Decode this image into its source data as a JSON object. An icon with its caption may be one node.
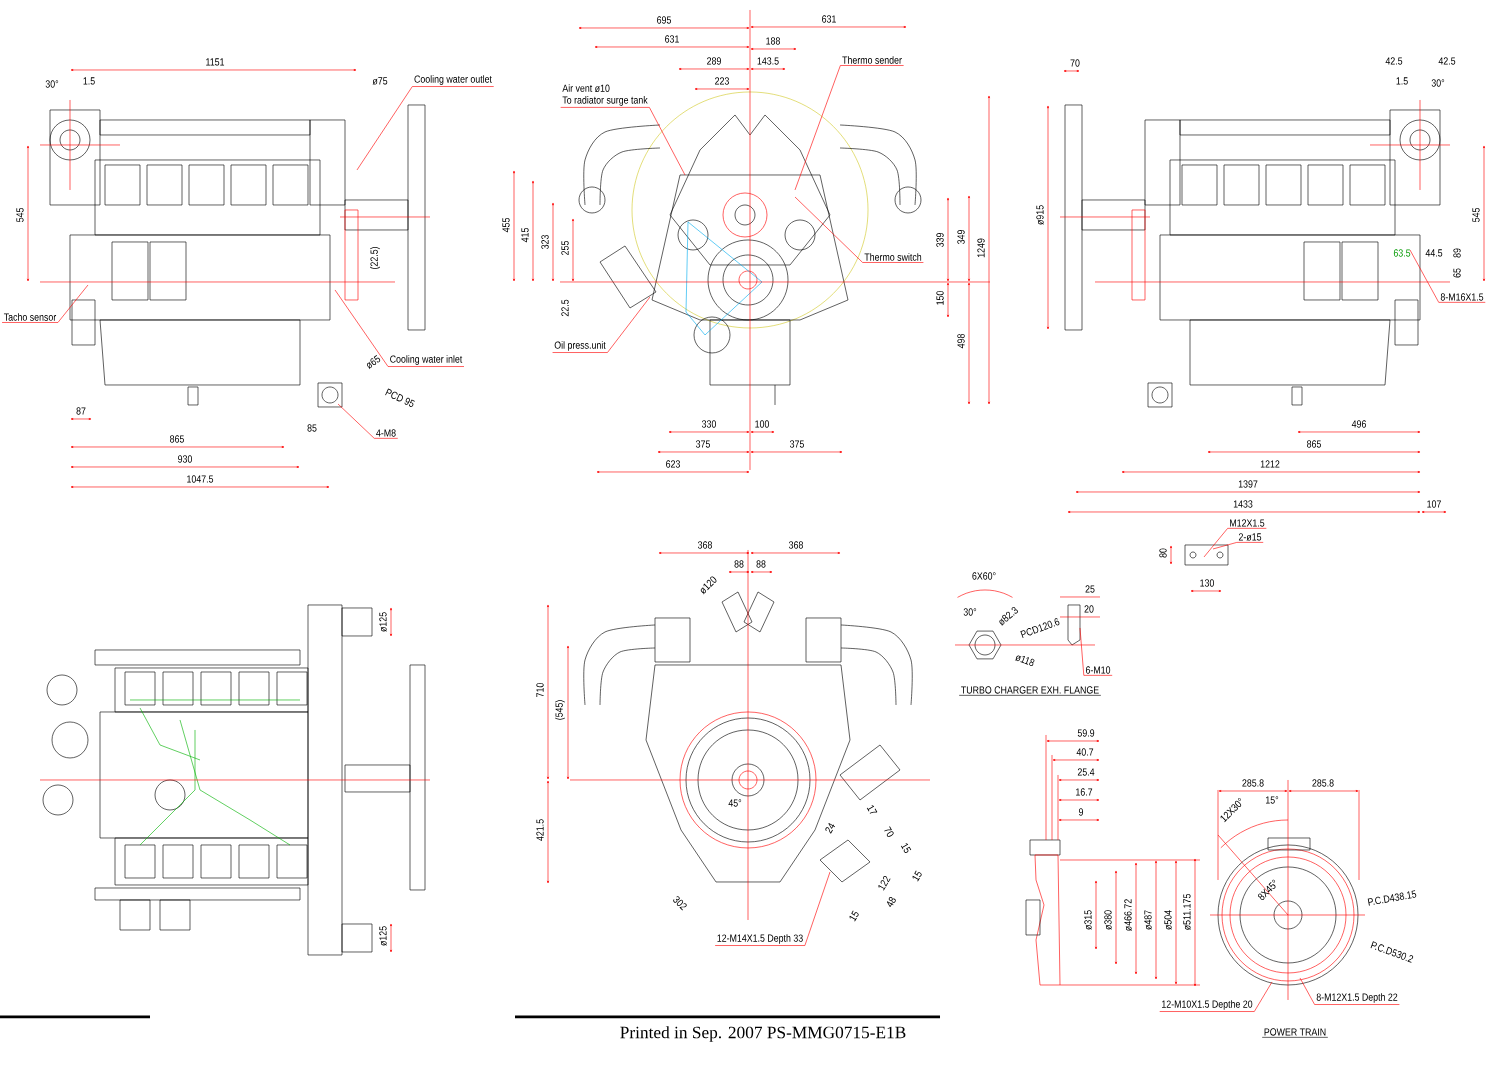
{
  "diagram": {
    "nodes": [
      {
        "text": [
          "Cooling water outlet"
        ]
      },
      {
        "text": [
          "Tacho sensor"
        ]
      },
      {
        "text": [
          "Cooling water inlet"
        ]
      },
      {
        "text": [
          "4-M8"
        ]
      },
      {
        "text": [
          "Air vent ø10",
          "To radiator surge tank"
        ]
      },
      {
        "text": [
          "Thermo sender"
        ]
      },
      {
        "text": [
          "Thermo switch"
        ]
      },
      {
        "text": [
          "Oil press.unit"
        ]
      },
      {
        "text": [
          "8-M16X1.5"
        ]
      },
      {
        "text": [
          "M12X1.5"
        ]
      },
      {
        "text": [
          "2-ø15"
        ]
      },
      {
        "text": [
          "6-M10"
        ]
      },
      {
        "text": [
          "12-M14X1.5 Depth 33"
        ]
      },
      {
        "text": [
          "12-M10X1.5 Depthe 20"
        ]
      },
      {
        "text": [
          "8-M12X1.5 Depth 22"
        ]
      }
    ],
    "edges": [
      {
        "from": 0,
        "to": null,
        "arrow": "none"
      },
      {
        "from": 1,
        "to": null,
        "arrow": "none"
      },
      {
        "from": 2,
        "to": null,
        "arrow": "none"
      },
      {
        "from": 3,
        "to": null,
        "arrow": "none"
      },
      {
        "from": 4,
        "to": null,
        "arrow": "none"
      },
      {
        "from": 5,
        "to": null,
        "arrow": "none"
      },
      {
        "from": 6,
        "to": null,
        "arrow": "none"
      },
      {
        "from": 7,
        "to": null,
        "arrow": "none"
      },
      {
        "from": 8,
        "to": null,
        "arrow": "none"
      },
      {
        "from": 9,
        "to": null,
        "arrow": "none"
      },
      {
        "from": 10,
        "to": null,
        "arrow": "none"
      },
      {
        "from": 11,
        "to": null,
        "arrow": "none"
      },
      {
        "from": 12,
        "to": null,
        "arrow": "none"
      },
      {
        "from": 13,
        "to": null,
        "arrow": "none"
      },
      {
        "from": 14,
        "to": null,
        "arrow": "none"
      }
    ],
    "labels": [
      "1151",
      "30°",
      "1.5",
      "ø75",
      "545",
      "(22.5)",
      "ø65",
      "PCD 95",
      "85",
      "87",
      "865",
      "930",
      "1047.5",
      "695",
      "631",
      "631",
      "188",
      "289",
      "143.5",
      "223",
      "455",
      "415",
      "323",
      "255",
      "22.5",
      "339",
      "349",
      "1249",
      "150",
      "498",
      "330",
      "100",
      "375",
      "375",
      "623",
      "70",
      "42.5",
      "42.5",
      "1.5",
      "30°",
      "ø915",
      "545",
      "63.5",
      "44.5",
      "89",
      "65",
      "496",
      "865",
      "1212",
      "1397",
      "1433",
      "107",
      "80",
      "130",
      "ø125",
      "ø125",
      "368",
      "368",
      "88",
      "88",
      "ø120",
      "710",
      "(545)",
      "421.5",
      "45°",
      "17",
      "70",
      "15",
      "24",
      "15",
      "122",
      "48",
      "15",
      "302",
      "6X60°",
      "30°",
      "ø82.3",
      "PCD120.6",
      "ø118",
      "25",
      "20",
      "TURBO CHARGER EXH. FLANGE",
      "59.9",
      "40.7",
      "25.4",
      "16.7",
      "9",
      "ø315",
      "ø380",
      "ø466.72",
      "ø487",
      "ø504",
      "ø511.175",
      "285.8",
      "285.8",
      "12X30°",
      "15°",
      "8X45°",
      "P.C.D438.15",
      "P.C.D530.2",
      "POWER TRAIN",
      "Printed in Sep. 2007 PS-MMG0715-E1B"
    ]
  }
}
